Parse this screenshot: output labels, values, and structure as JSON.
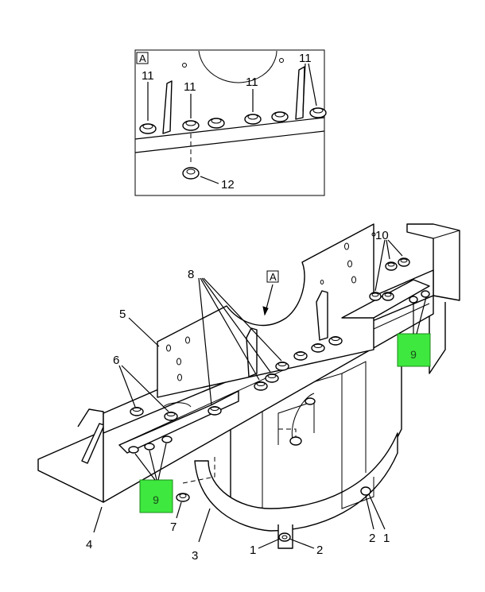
{
  "inset": {
    "view_letter": "A",
    "labels": {
      "bolt_a": "11",
      "bolt_b": "11",
      "bolt_c": "11",
      "bolt_d": "11",
      "nut": "12"
    }
  },
  "main": {
    "view_letter": "A",
    "labels": {
      "p1_right": "1",
      "p2_right": "2",
      "p1_bottom": "1",
      "p2_bottom": "2",
      "p3": "3",
      "p4": "4",
      "p5": "5",
      "p6": "6",
      "p7": "7",
      "p8": "8",
      "p9_left": "9",
      "p9_right": "9",
      "p10": "10"
    },
    "highlight_color": "#3ee83e"
  }
}
